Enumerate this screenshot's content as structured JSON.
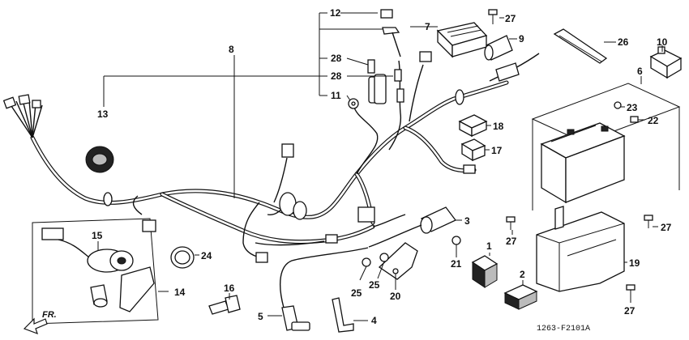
{
  "callouts": {
    "c1": "1",
    "c2": "2",
    "c3": "3",
    "c4": "4",
    "c5": "5",
    "c6": "6",
    "c7": "7",
    "c8": "8",
    "c9": "9",
    "c10": "10",
    "c11": "11",
    "c12": "12",
    "c13": "13",
    "c14": "14",
    "c15": "15",
    "c16": "16",
    "c17": "17",
    "c18": "18",
    "c19": "19",
    "c20": "20",
    "c21": "21",
    "c22": "22",
    "c23": "23",
    "c24": "24",
    "c25a": "25",
    "c25b": "25",
    "c26": "26",
    "c27a": "27",
    "c27b": "27",
    "c27c": "27",
    "c27d": "27",
    "c28a": "28",
    "c28b": "28"
  },
  "diagram_code": "1263-F2101A",
  "front_indicator": "FR."
}
